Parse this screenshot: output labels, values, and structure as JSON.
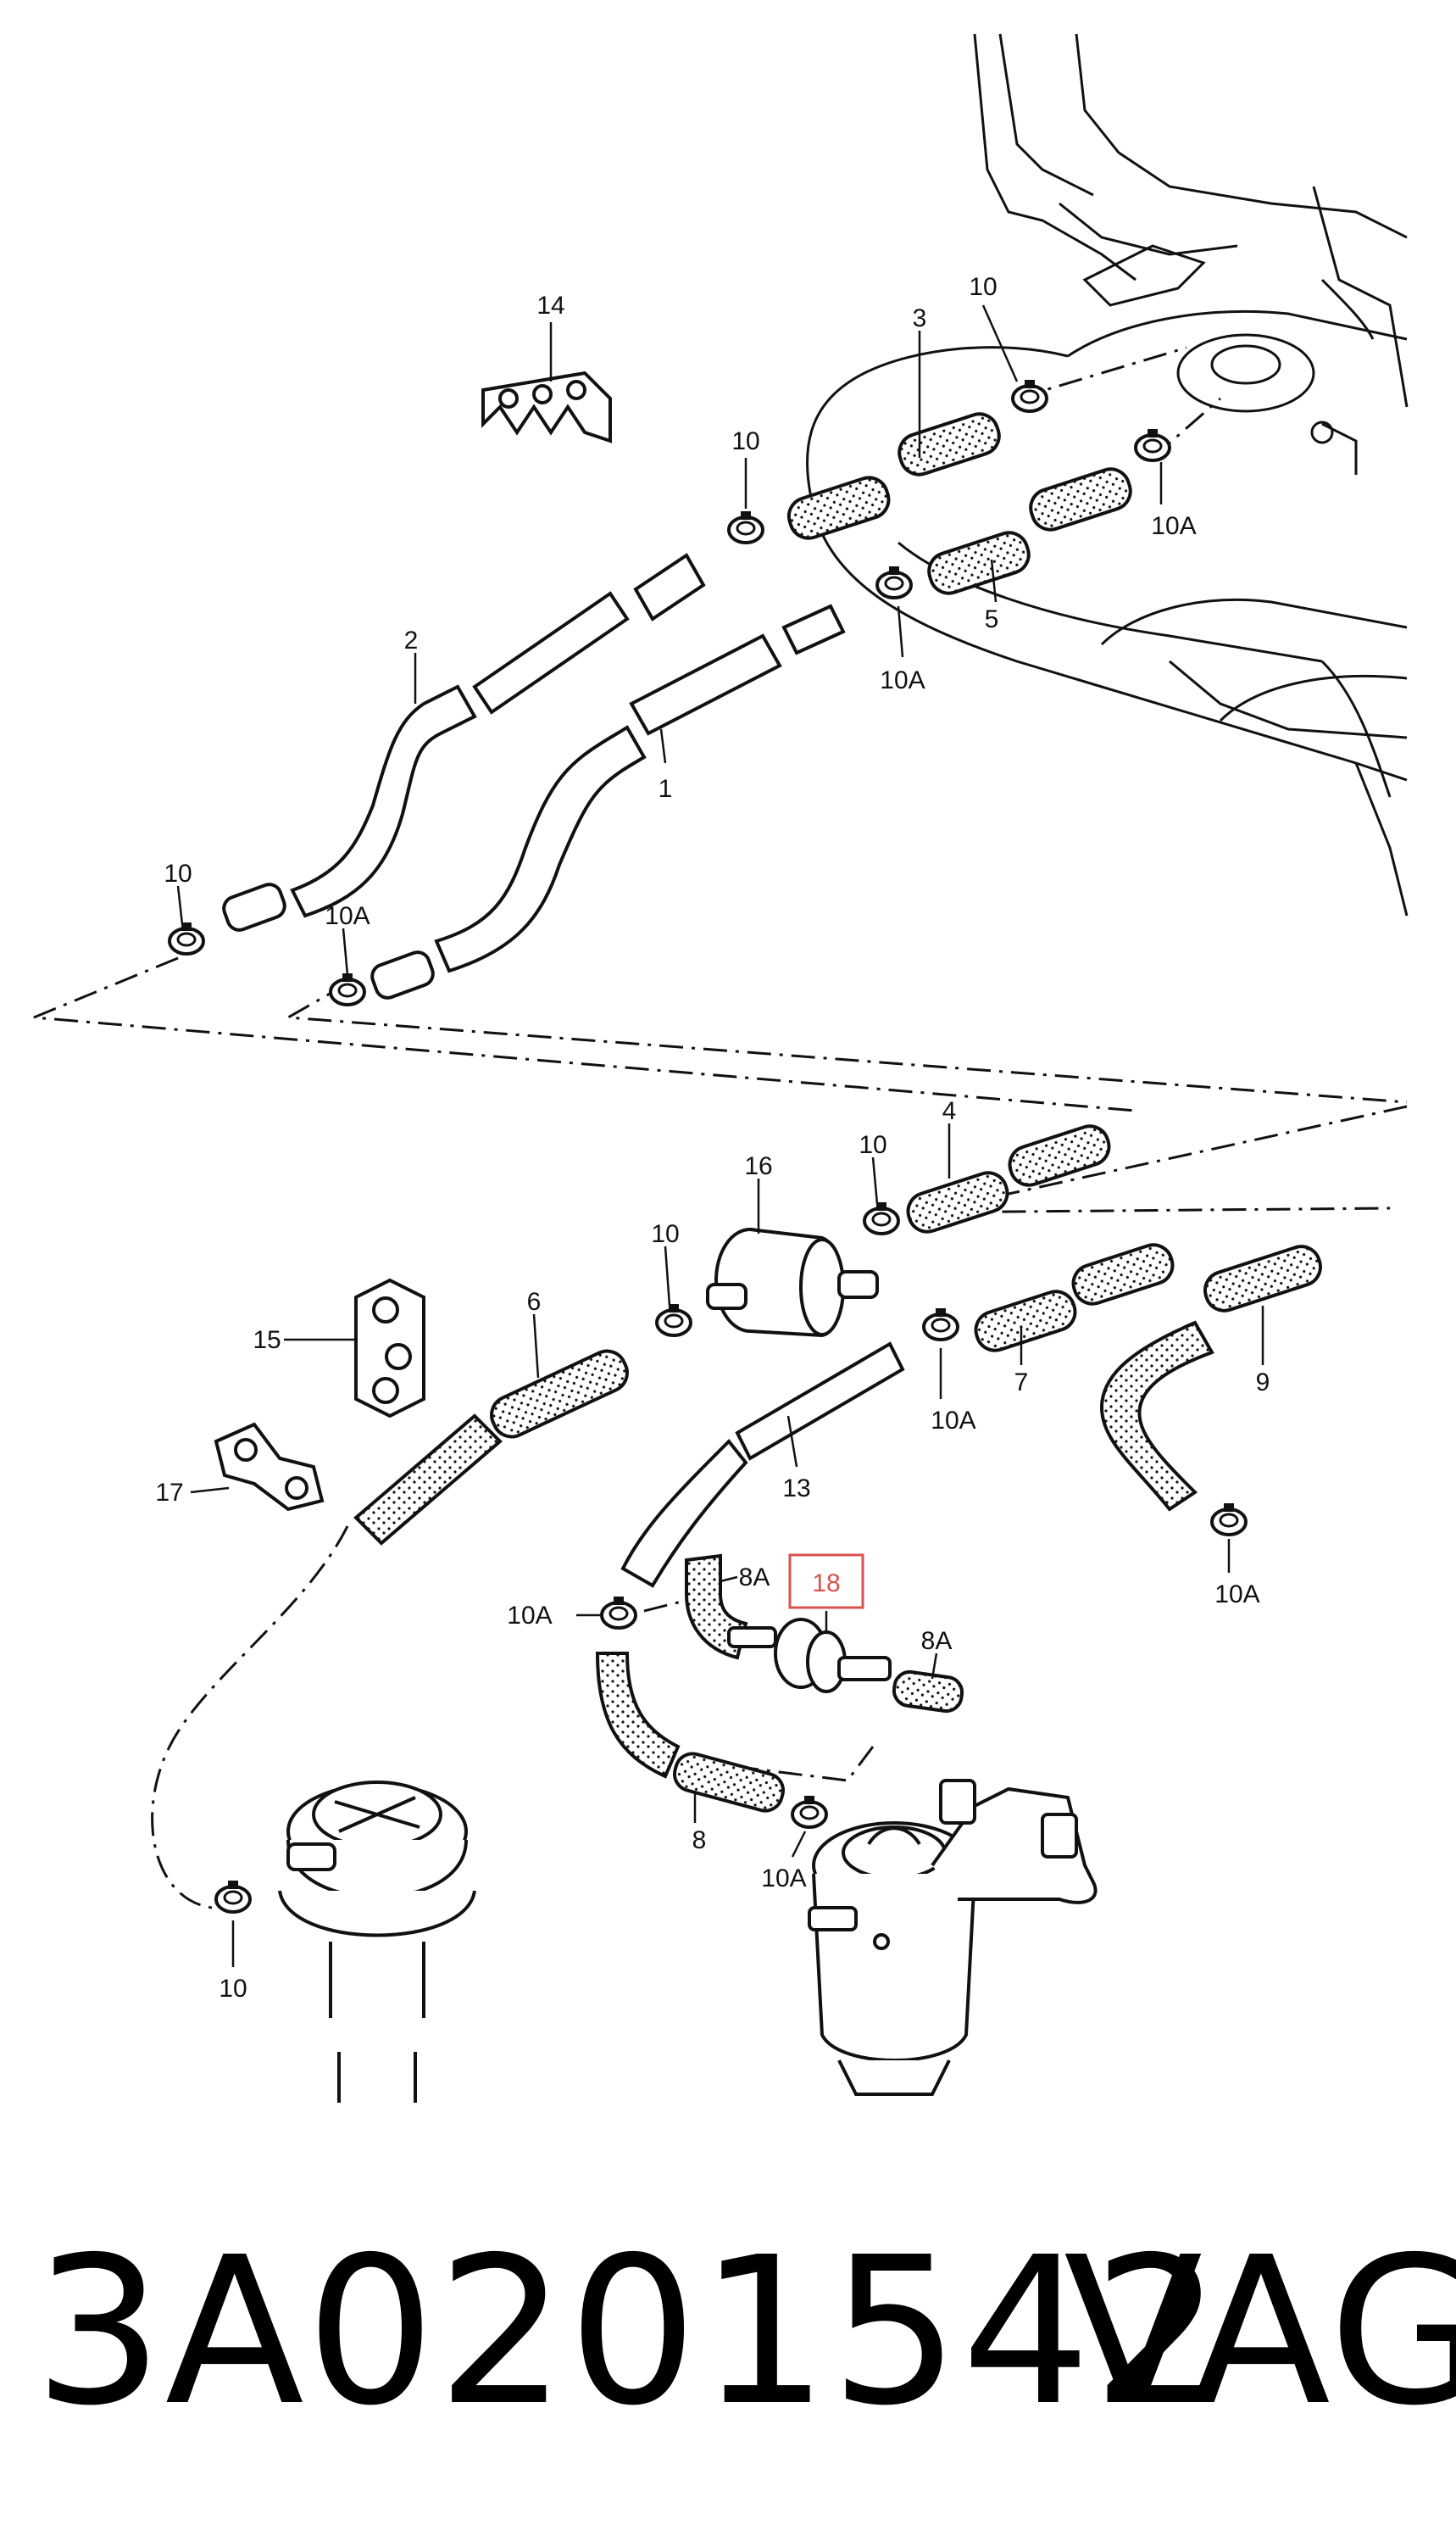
{
  "diagram": {
    "callouts": {
      "c1": "1",
      "c2": "2",
      "c3": "3",
      "c4": "4",
      "c5": "5",
      "c6": "6",
      "c7": "7",
      "c8": "8",
      "c9": "9",
      "c10": "10",
      "c10A": "10A",
      "c8A": "8A",
      "c13": "13",
      "c14": "14",
      "c15": "15",
      "c16": "16",
      "c17": "17",
      "c18": "18"
    },
    "highlight_color": "#d9534f"
  },
  "caption": {
    "part_number": "3A0201542",
    "brand": "VAG"
  }
}
